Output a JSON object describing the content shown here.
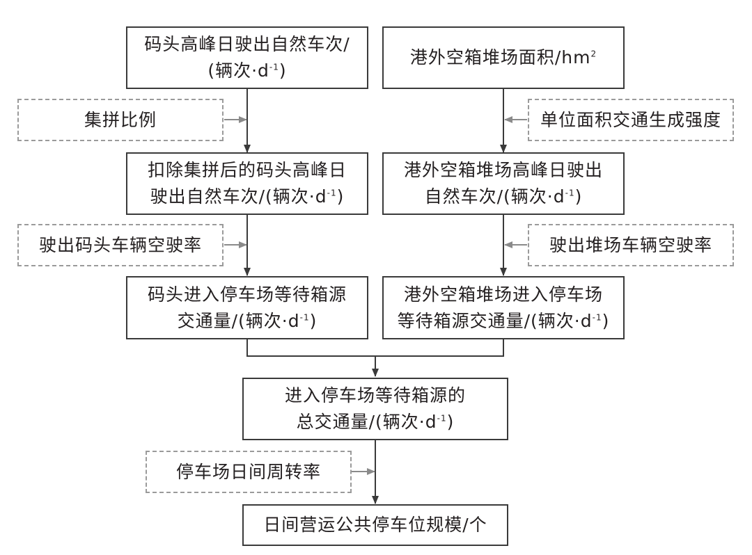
{
  "boxes": {
    "b1": {
      "l1": "码头高峰日驶出自然车次/",
      "l2": "(辆次·d",
      "s2": "-1",
      "t2": ")"
    },
    "b2": {
      "l1": "港外空箱堆场面积/hm",
      "s1": "2"
    },
    "f1": {
      "l1": "集拼比例"
    },
    "f2": {
      "l1": "单位面积交通生成强度"
    },
    "b3": {
      "l1": "扣除集拼后的码头高峰日",
      "l2": "驶出自然车次/(辆次·d",
      "s2": "-1",
      "t2": ")"
    },
    "b4": {
      "l1": "港外空箱堆场高峰日驶出",
      "l2": "自然车次/(辆次·d",
      "s2": "-1",
      "t2": ")"
    },
    "f3": {
      "l1": "驶出码头车辆空驶率"
    },
    "f4": {
      "l1": "驶出堆场车辆空驶率"
    },
    "b5": {
      "l1": "码头进入停车场等待箱源",
      "l2": "交通量/(辆次·d",
      "s2": "-1",
      "t2": ")"
    },
    "b6": {
      "l1": "港外空箱堆场进入停车场",
      "l2": "等待箱源交通量/(辆次·d",
      "s2": "-1",
      "t2": ")"
    },
    "b7": {
      "l1": "进入停车场等待箱源的",
      "l2": "总交通量/(辆次·d",
      "s2": "-1",
      "t2": ")"
    },
    "f5": {
      "l1": "停车场日间周转率"
    },
    "b8": {
      "l1": "日间营运公共停车位规模/个"
    }
  },
  "colors": {
    "line": "#3a3a3a",
    "dashed_border": "#9a9a9a",
    "factor_arrow": "#8a8a8a",
    "text": "#231f20"
  }
}
